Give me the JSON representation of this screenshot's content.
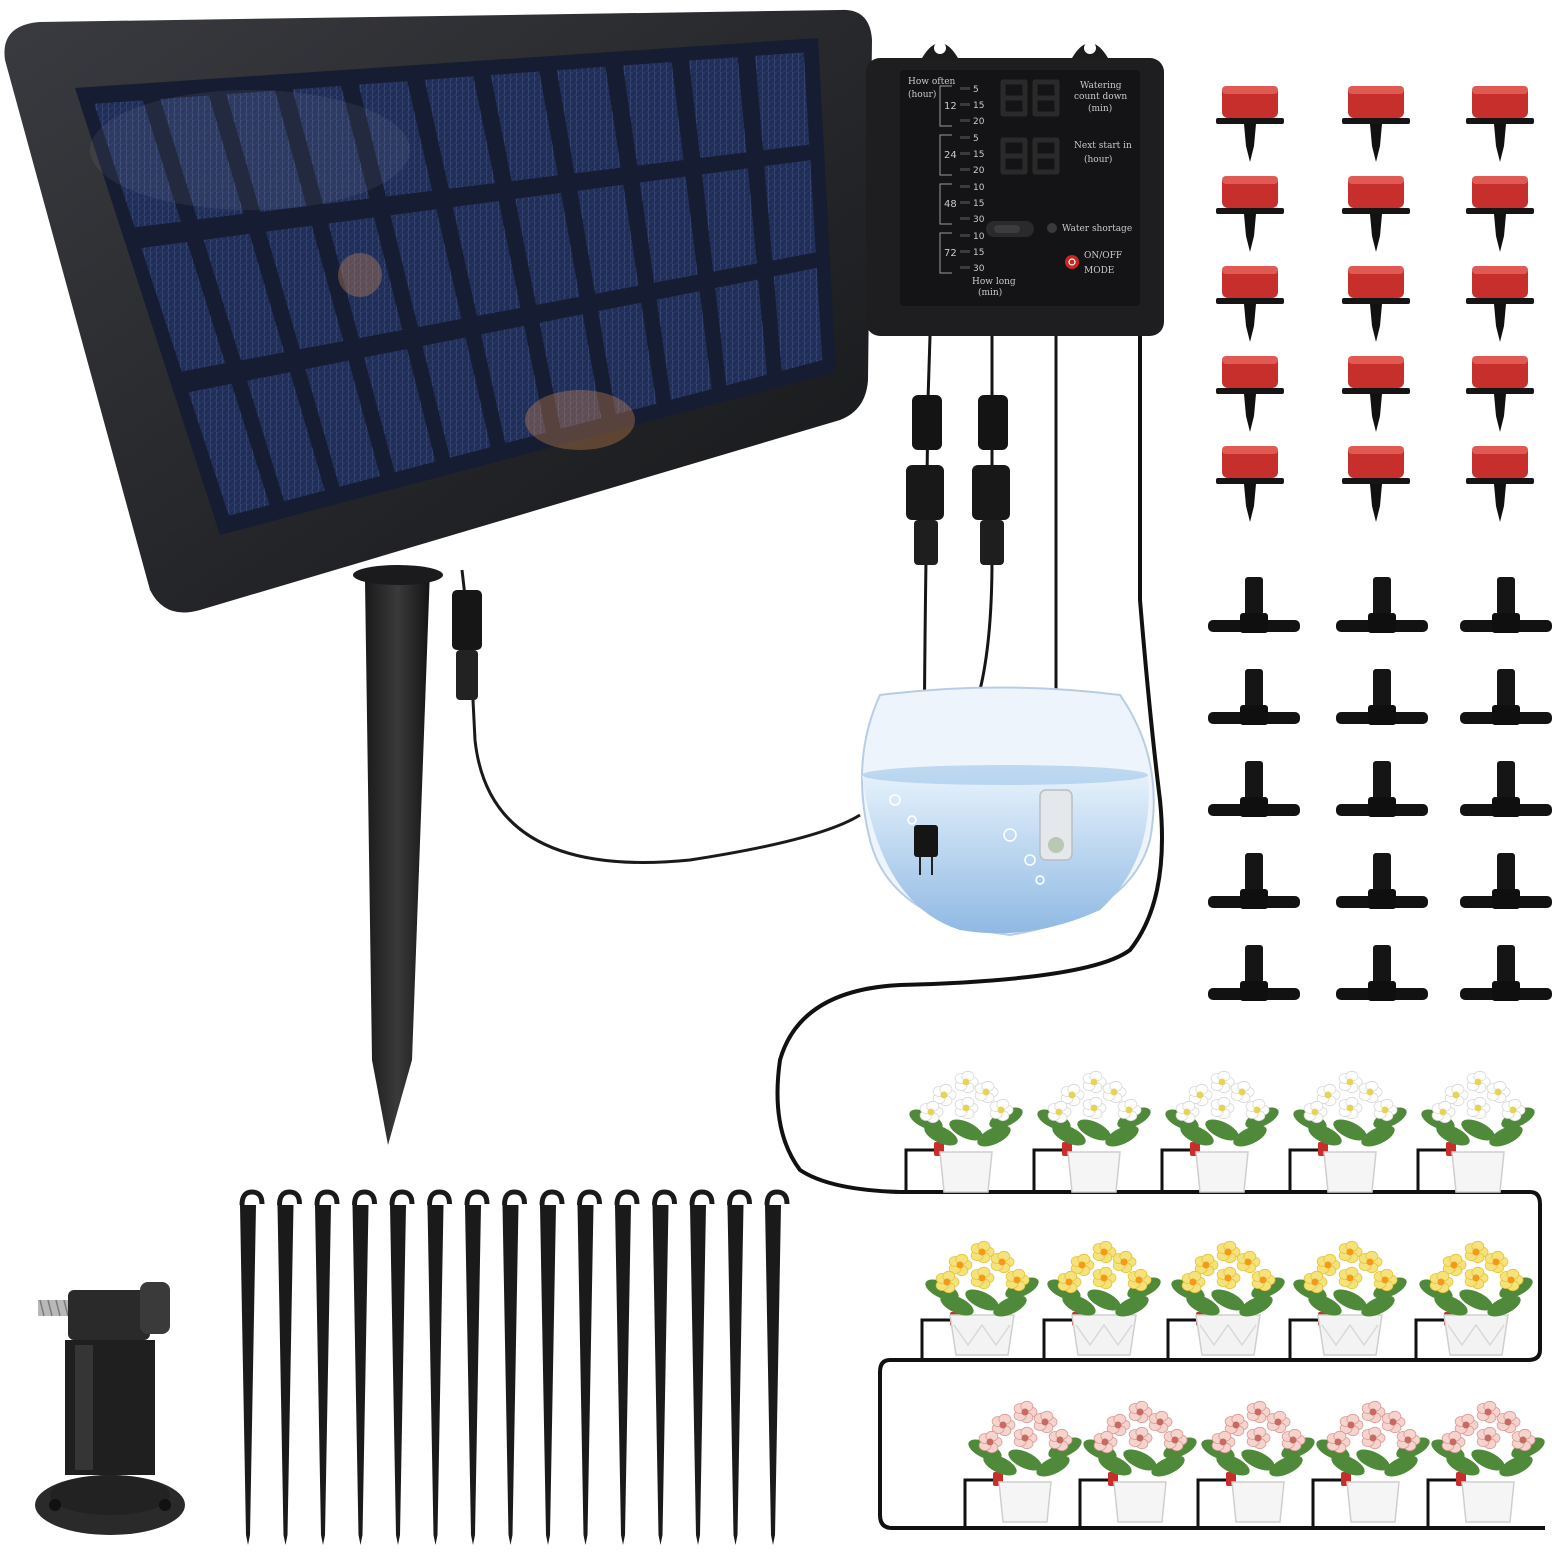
{
  "controller": {
    "how_often_label": "How often",
    "how_often_unit": "(hour)",
    "groups": [
      {
        "hours": "12",
        "mins": [
          "5",
          "15",
          "20"
        ]
      },
      {
        "hours": "24",
        "mins": [
          "5",
          "15",
          "20"
        ]
      },
      {
        "hours": "48",
        "mins": [
          "10",
          "15",
          "30"
        ]
      },
      {
        "hours": "72",
        "mins": [
          "10",
          "15",
          "30"
        ]
      }
    ],
    "watering_label_1": "Watering",
    "watering_label_2": "count down",
    "watering_unit": "(min)",
    "next_start_label": "Next start in",
    "next_start_unit": "(hour)",
    "water_shortage_label": "Water shortage",
    "onoff_label": "ON/OFF",
    "mode_label": "MODE",
    "how_long_label": "How long",
    "how_long_unit": "(min)"
  },
  "accessories": {
    "drippers_count": 15,
    "tee_connectors_count": 15,
    "ground_stakes_count": 15
  },
  "plants": {
    "rows": [
      {
        "flower": "white",
        "count": 5
      },
      {
        "flower": "yellow",
        "count": 5
      },
      {
        "flower": "pink",
        "count": 5
      }
    ]
  },
  "colors": {
    "panel_frame": "#1e1f22",
    "solar_cell": "#25345a",
    "dripper_red": "#c62f2b",
    "water": "#bcd8f2",
    "tube": "#111111"
  }
}
